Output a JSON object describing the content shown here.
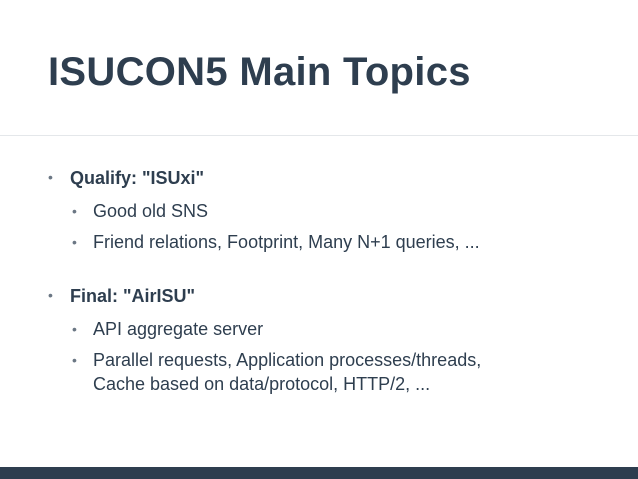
{
  "slide": {
    "title": "ISUCON5 Main Topics",
    "bullet_symbol": "•",
    "topics": [
      {
        "heading": "Qualify: \"ISUxi\"",
        "items": [
          {
            "text": "Good old SNS"
          },
          {
            "text": "Friend relations, Footprint, Many N+1 queries, ..."
          }
        ]
      },
      {
        "heading": "Final: \"AirISU\"",
        "items": [
          {
            "text": "API aggregate server"
          },
          {
            "line1": "Parallel requests, Application processes/threads,",
            "line2": "Cache based on data/protocol, HTTP/2, ..."
          }
        ]
      }
    ]
  },
  "colors": {
    "text": "#2e3e4f",
    "bullet": "#6b7784",
    "bottom_bar": "#2e3e4f",
    "rule": "#e4e7ea"
  }
}
